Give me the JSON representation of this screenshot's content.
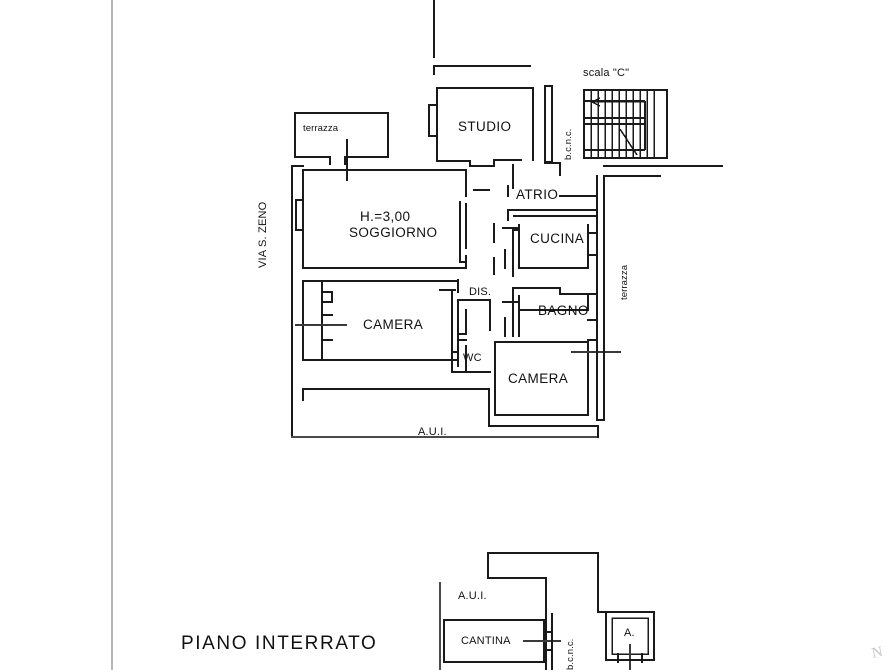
{
  "document": {
    "kind": "architectural-floor-plan",
    "title": "PIANO  INTERRATO",
    "street_label": "VIA S. ZENO",
    "stair_label": "scala \"C\"",
    "watermark": "N"
  },
  "upper_plan": {
    "ceiling_note": "H.=3,00",
    "rooms": [
      {
        "id": "terrazza_nw",
        "label": "terrazza"
      },
      {
        "id": "studio",
        "label": "STUDIO"
      },
      {
        "id": "soggiorno",
        "label": "SOGGIORNO"
      },
      {
        "id": "atrio",
        "label": "ATRIO"
      },
      {
        "id": "cucina",
        "label": "CUCINA"
      },
      {
        "id": "bagno",
        "label": "BAGNO"
      },
      {
        "id": "camera_left",
        "label": "CAMERA"
      },
      {
        "id": "camera_right",
        "label": "CAMERA"
      },
      {
        "id": "dis",
        "label": "DIS."
      },
      {
        "id": "wc",
        "label": "WC"
      },
      {
        "id": "terrazza_e",
        "label": "terrazza"
      },
      {
        "id": "aui_upper",
        "label": "A.U.I."
      }
    ],
    "annotations": [
      {
        "id": "bcnc_upper",
        "label": "b.c.n.c."
      }
    ]
  },
  "basement_plan": {
    "rooms": [
      {
        "id": "aui_basement",
        "label": "A.U.I."
      },
      {
        "id": "cantina",
        "label": "CANTINA"
      },
      {
        "id": "ascensore",
        "label": "A."
      }
    ],
    "annotations": [
      {
        "id": "bcnc_basement",
        "label": "b.c.n.c."
      }
    ]
  },
  "colors": {
    "wall": "#1a1a1a",
    "thin_wall": "#3a3a3a",
    "border": "#555555",
    "background": "#ffffff",
    "text": "#111111"
  }
}
